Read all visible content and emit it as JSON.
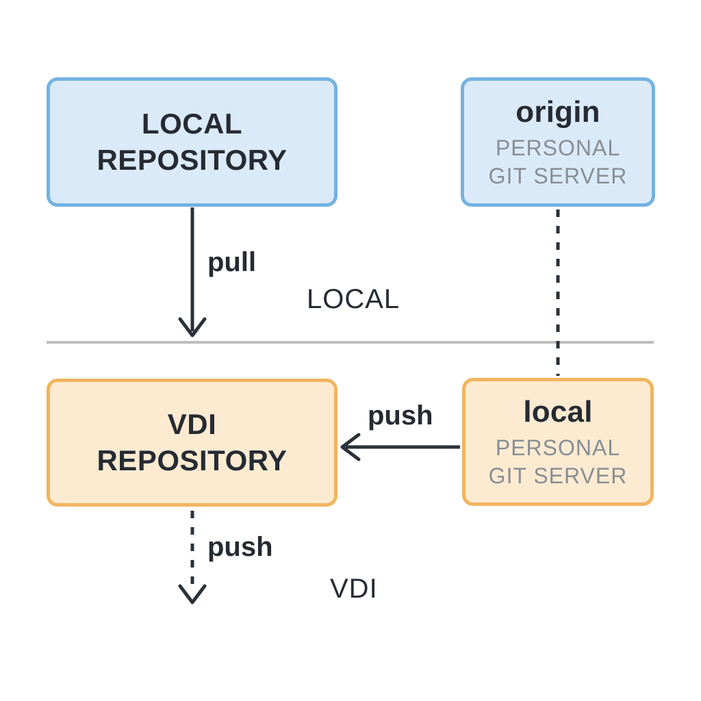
{
  "diagram": {
    "boxes": {
      "local_repository": {
        "title": "LOCAL\nREPOSITORY",
        "style": "blue"
      },
      "origin_server": {
        "title": "origin",
        "subtitle": "PERSONAL\nGIT SERVER",
        "style": "blue"
      },
      "vdi_repository": {
        "title": "VDI\nREPOSITORY",
        "style": "orange"
      },
      "local_server": {
        "title": "local",
        "subtitle": "PERSONAL\nGIT SERVER",
        "style": "orange"
      }
    },
    "edges": {
      "pull": {
        "label": "pull",
        "type": "solid-arrow-down"
      },
      "origin_to_local": {
        "type": "dashed-line"
      },
      "push_to_vdi": {
        "label": "push",
        "type": "solid-arrow-left"
      },
      "vdi_push_down": {
        "label": "push",
        "type": "dashed-arrow-down"
      }
    },
    "zones": {
      "top_label": "LOCAL",
      "bottom_label": "VDI"
    }
  },
  "colors": {
    "blue_border": "#74b2e2",
    "blue_fill": "#dbeaf8",
    "orange_border": "#f2b45f",
    "orange_fill": "#fdebd1",
    "ink": "#262b33",
    "muted": "#878e95",
    "divider": "#bdbdbd",
    "arrow": "#2b3138",
    "bg": "#ffffff"
  }
}
